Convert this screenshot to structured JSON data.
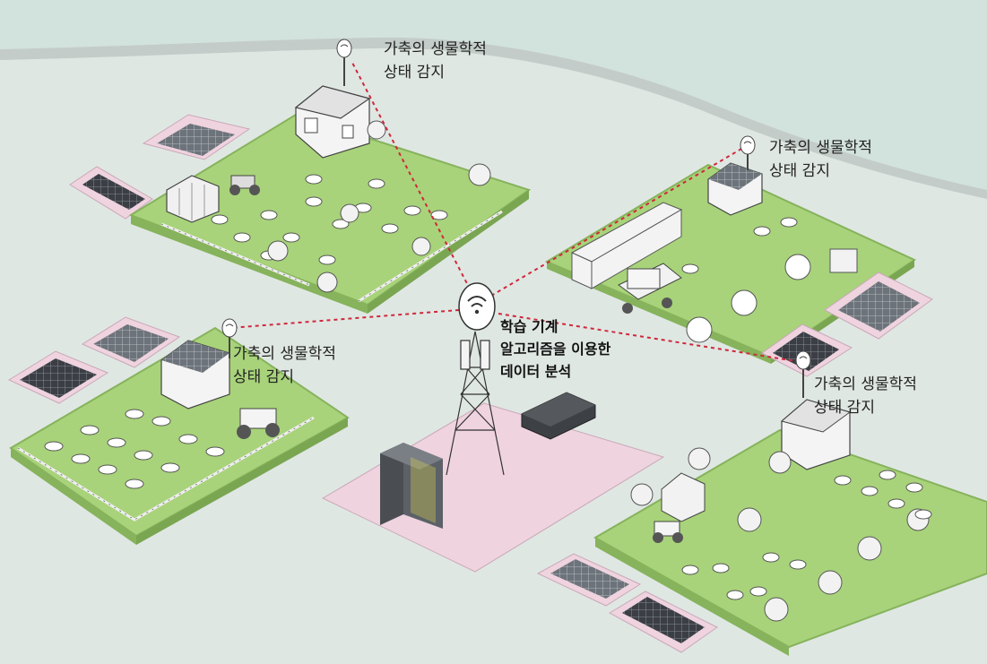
{
  "sensor_label": {
    "line1": "가축의 생물학적",
    "line2": "상태 감지"
  },
  "center_label": {
    "line1": "학습 기계",
    "line2": "알고리즘을 이용한",
    "line3": "데이터 분석"
  },
  "colors": {
    "background": "#dfe7e3",
    "river": "#d2e2dc",
    "river_edge": "#c3ccc8",
    "field": "#a8d37a",
    "field_edge": "#86b35c",
    "pink_pad": "#efd3df",
    "link_line": "#d0283a",
    "outline": "#4a4a4a"
  },
  "icons": [
    "wifi-icon",
    "cell-tower-icon",
    "server-rack-icon",
    "network-switch-icon",
    "barn-icon",
    "solar-panel-icon",
    "tractor-icon",
    "tree-icon",
    "cow-icon",
    "fence-icon",
    "greenhouse-icon"
  ]
}
